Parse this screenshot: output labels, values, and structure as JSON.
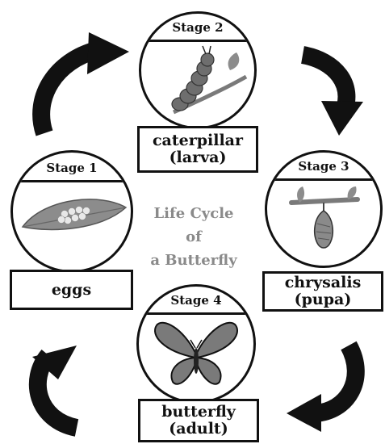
{
  "center_title": {
    "line1": "Life Cycle",
    "line2": "of",
    "line3": "a Butterfly"
  },
  "stages": [
    {
      "title": "Stage 1",
      "label_line1": "eggs",
      "label_line2": ""
    },
    {
      "title": "Stage 2",
      "label_line1": "caterpillar",
      "label_line2": "(larva)"
    },
    {
      "title": "Stage 3",
      "label_line1": "chrysalis",
      "label_line2": "(pupa)"
    },
    {
      "title": "Stage 4",
      "label_line1": "butterfly",
      "label_line2": "(adult)"
    }
  ],
  "colors": {
    "ink": "#111111",
    "center_text": "#8a8a8a",
    "leaf": "#8c8c8c",
    "art_gray": "#6e6e6e"
  }
}
